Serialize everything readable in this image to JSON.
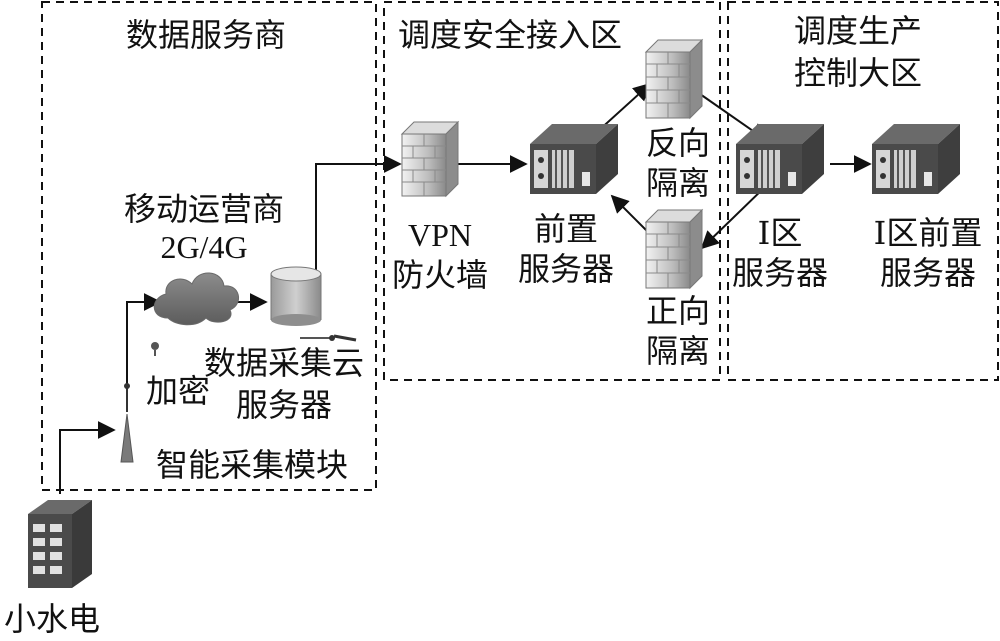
{
  "zones": {
    "data_provider": "数据服务商",
    "dispatch_secure": "调度安全接入区",
    "dispatch_control": [
      "调度生产",
      "控制大区"
    ]
  },
  "labels": {
    "mobile_operator": "移动运营商",
    "network_gen": "2G/4G",
    "encryption": "加密",
    "cloud_server": [
      "数据采集云",
      "服务器"
    ],
    "smart_module": "智能采集模块",
    "hydro": "小水电",
    "vpn_firewall": [
      "VPN",
      "防火墙"
    ],
    "front_server": [
      "前置",
      "服务器"
    ],
    "reverse_isolation": [
      "反向",
      "隔离"
    ],
    "forward_isolation": [
      "正向",
      "隔离"
    ],
    "zone1_server": [
      "I区",
      "服务器"
    ],
    "zone1_front_server": [
      "I区前置",
      "服务器"
    ]
  },
  "colors": {
    "line": "#111111",
    "device_dark": "#4a4a4a",
    "device_light": "#d6d6d6"
  }
}
